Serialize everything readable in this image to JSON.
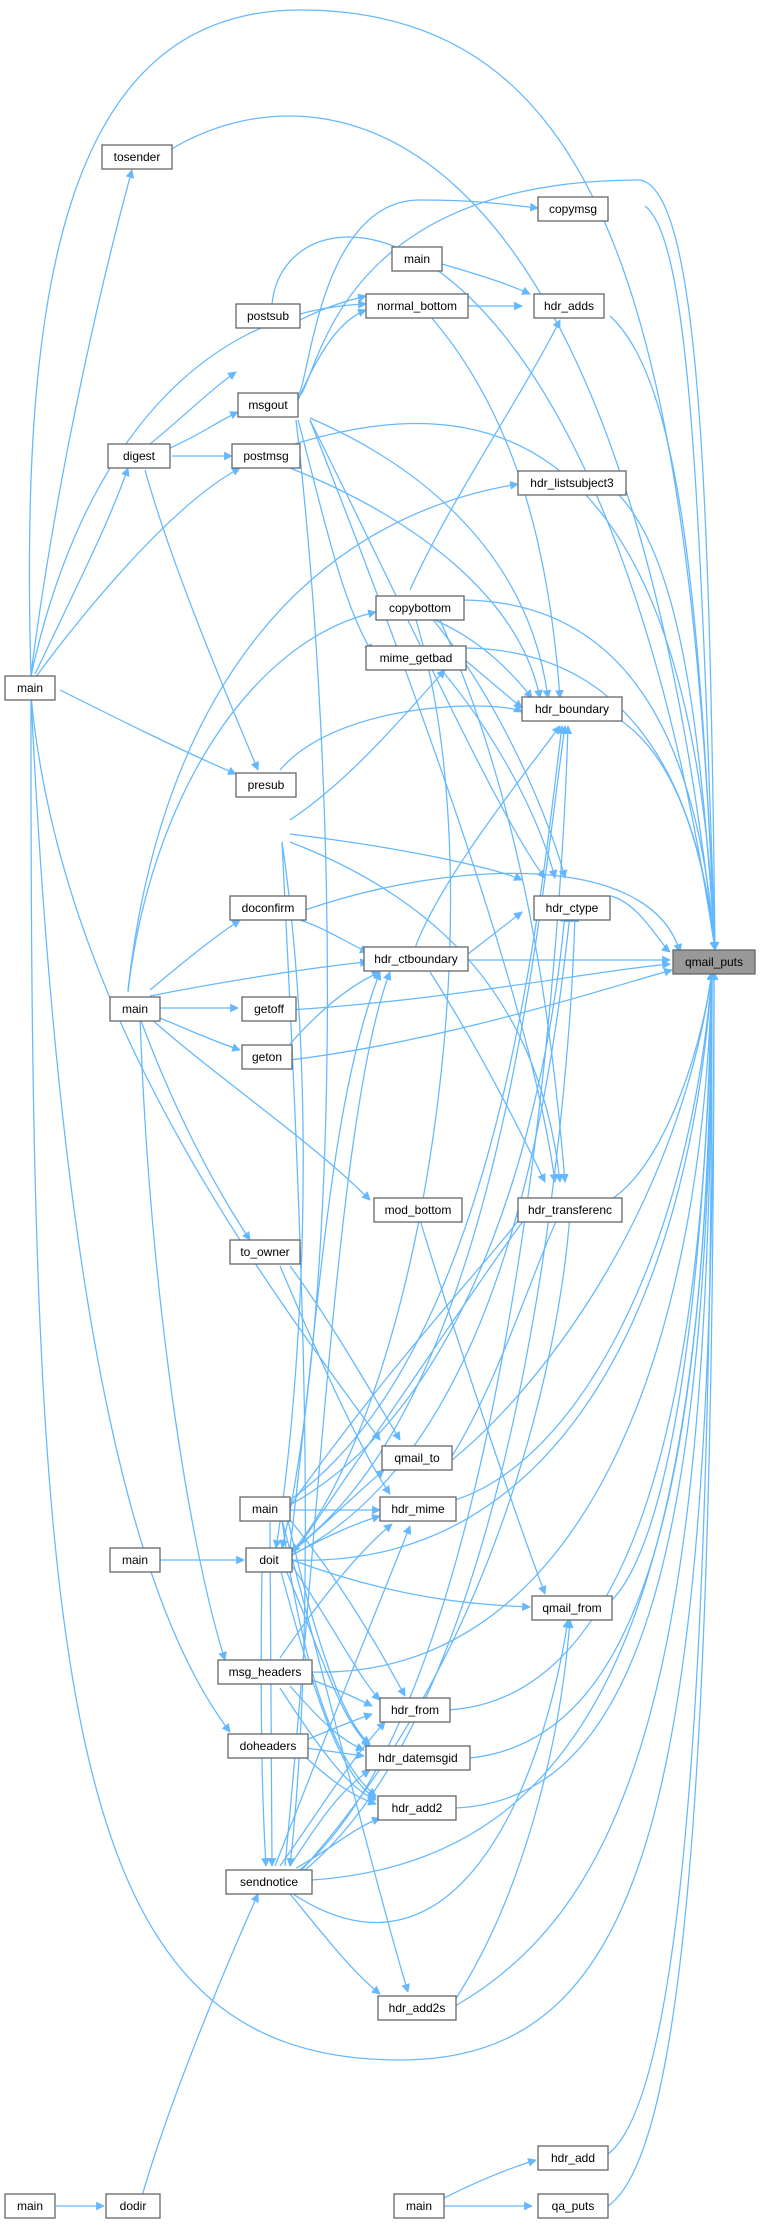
{
  "graph": {
    "edge_color": "#63b8ff",
    "node_border_color": "#666666",
    "focus_fill_color": "#999999",
    "nodes": {
      "qmail_puts": "qmail_puts",
      "tosender": "tosender",
      "copymsg": "copymsg",
      "main_a": "main",
      "hdr_adds": "hdr_adds",
      "normal_bottom": "normal_bottom",
      "postsub": "postsub",
      "msgout": "msgout",
      "digest": "digest",
      "postmsg": "postmsg",
      "hdr_listsubject3": "hdr_listsubject3",
      "main_b": "main",
      "copybottom": "copybottom",
      "mime_getbad": "mime_getbad",
      "hdr_boundary": "hdr_boundary",
      "presub": "presub",
      "doconfirm": "doconfirm",
      "hdr_ctype": "hdr_ctype",
      "hdr_ctboundary": "hdr_ctboundary",
      "main_c": "main",
      "getoff": "getoff",
      "geton": "geton",
      "mod_bottom": "mod_bottom",
      "hdr_transferenc": "hdr_transferenc",
      "to_owner": "to_owner",
      "qmail_to": "qmail_to",
      "main_d": "main",
      "hdr_mime": "hdr_mime",
      "main_e": "main",
      "doit": "doit",
      "qmail_from": "qmail_from",
      "msg_headers": "msg_headers",
      "hdr_from": "hdr_from",
      "doheaders": "doheaders",
      "hdr_datemsgid": "hdr_datemsgid",
      "hdr_add2": "hdr_add2",
      "sendnotice": "sendnotice",
      "hdr_add2s": "hdr_add2s",
      "hdr_add": "hdr_add",
      "main_f": "main",
      "dodir": "dodir",
      "main_g": "main",
      "qa_puts": "qa_puts"
    }
  }
}
